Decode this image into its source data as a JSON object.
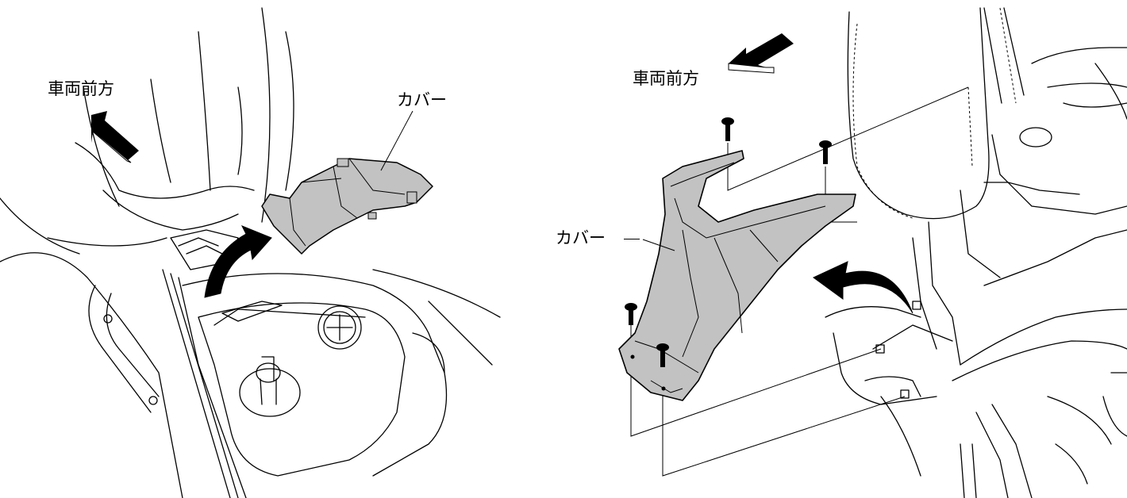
{
  "left_panel": {
    "direction_label": "車両前方",
    "part_label": "カバー"
  },
  "right_panel": {
    "direction_label": "車両前方",
    "part_label": "カバー"
  },
  "colors": {
    "part_fill": "#c2c2c2",
    "line": "#000000",
    "background": "#ffffff"
  }
}
